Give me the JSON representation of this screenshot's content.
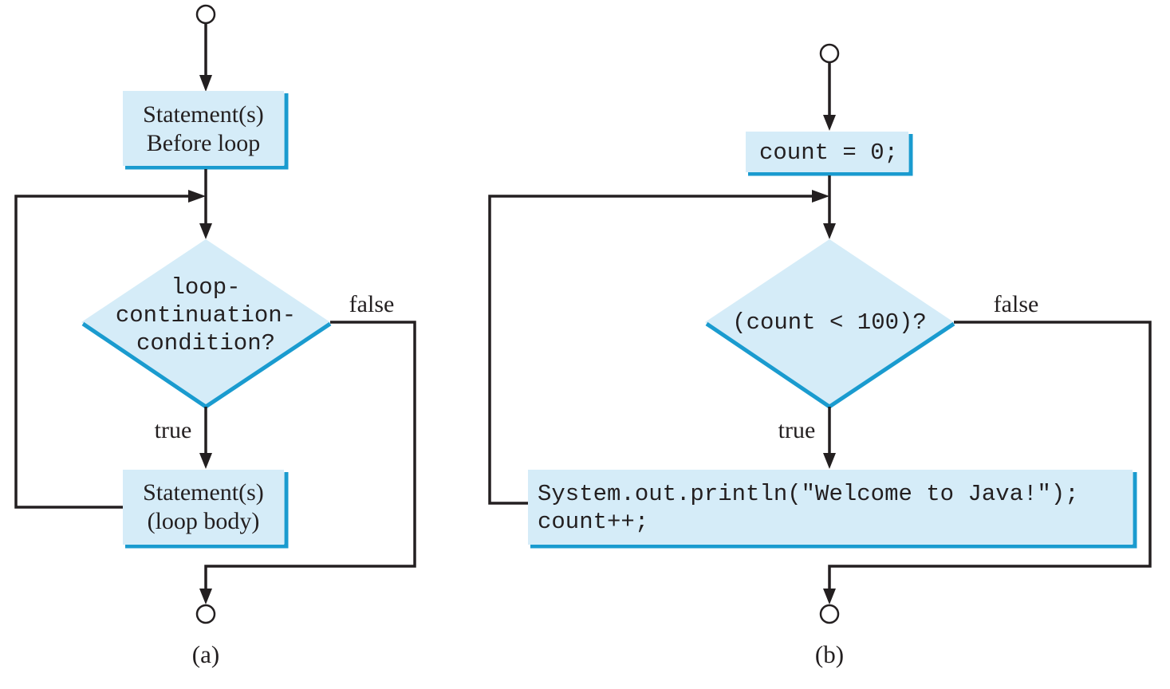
{
  "colors": {
    "box_fill": "#d5ecf8",
    "box_shadow": "#1a9bcf",
    "line": "#231f20"
  },
  "diagram_a": {
    "caption": "(a)",
    "before_box": [
      "Statement(s)",
      "Before loop"
    ],
    "condition": [
      "loop-",
      "continuation-",
      "condition?"
    ],
    "false_label": "false",
    "true_label": "true",
    "body_box": [
      "Statement(s)",
      "(loop body)"
    ]
  },
  "diagram_b": {
    "caption": "(b)",
    "init_box": "count = 0;",
    "condition": "(count < 100)?",
    "false_label": "false",
    "true_label": "true",
    "body_box": [
      "System.out.println(\"Welcome to Java!\");",
      "count++;"
    ]
  }
}
